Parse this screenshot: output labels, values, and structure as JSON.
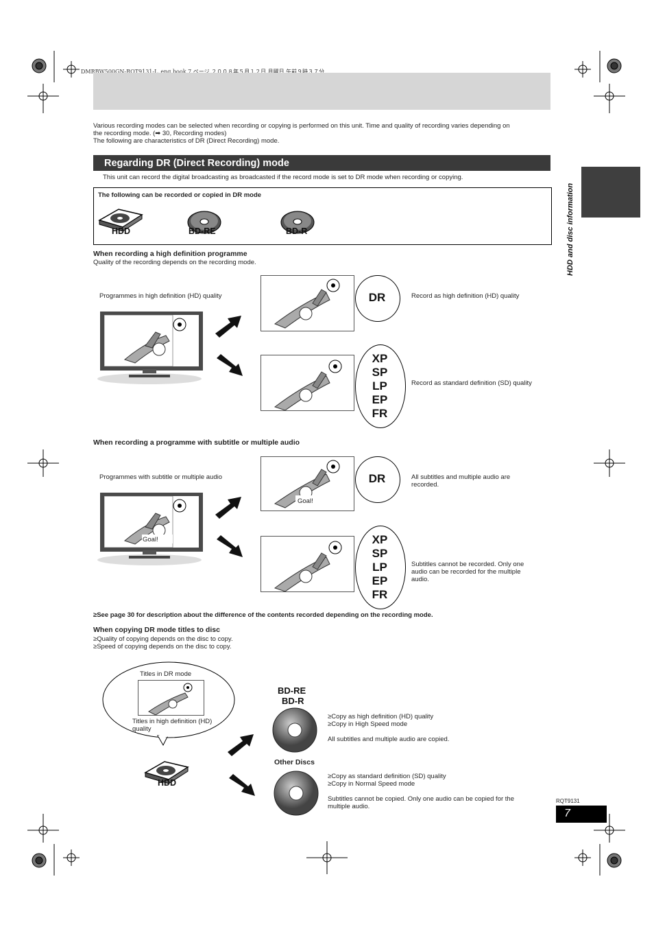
{
  "book_line": "DMRBW500GN-RQT9131-L_eng.book  7 ページ  ２００８年５月１２日  月曜日  午前９時３７分",
  "intro": {
    "line1": "Various recording modes can be selected when recording or copying is performed on this unit. Time and quality of recording varies depending on",
    "line2": "the recording mode. (➡ 30, Recording modes)",
    "line3": "The following are characteristics of DR (Direct Recording) mode."
  },
  "section_title": "Regarding DR (Direct Recording) mode",
  "section_desc": "This unit can record the digital broadcasting as broadcasted if the record mode is set to DR mode when recording or copying.",
  "dr_box": {
    "heading": "The following can be recorded or copied in DR mode",
    "media": [
      "HDD",
      "BD-RE",
      "BD-R"
    ]
  },
  "side_label": "HDD and disc information",
  "hd_section": {
    "heading": "When recording a high definition programme",
    "sub": "Quality of the recording depends on the recording mode.",
    "source_label": "Programmes in high definition (HD) quality",
    "dr_mode": "DR",
    "dr_result": "Record as high definition (HD) quality",
    "sd_modes": [
      "XP",
      "SP",
      "LP",
      "EP",
      "FR"
    ],
    "sd_result": "Record as standard definition (SD) quality"
  },
  "sub_section": {
    "heading": "When recording a programme with subtitle or multiple audio",
    "source_label": "Programmes with subtitle or multiple audio",
    "caption": "Goal!",
    "dr_mode": "DR",
    "dr_result_1": "All subtitles and multiple audio are",
    "dr_result_2": "recorded.",
    "sd_modes": [
      "XP",
      "SP",
      "LP",
      "EP",
      "FR"
    ],
    "sd_result_1": "Subtitles cannot be recorded. Only one",
    "sd_result_2": "audio can be recorded for the multiple",
    "sd_result_3": "audio."
  },
  "note": "≥See page 30 for description about the difference of the contents recorded depending on the recording mode.",
  "copy_section": {
    "heading": "When copying DR mode titles to disc",
    "bullet1": "≥Quality of copying depends on the disc to copy.",
    "bullet2": "≥Speed of copying depends on the disc to copy.",
    "bubble_top": "Titles in DR mode",
    "bubble_bottom_1": "Titles in high definition (HD)",
    "bubble_bottom_2": "quality",
    "hdd_label": "HDD",
    "bd_label_1": "BD-RE",
    "bd_label_2": "BD-R",
    "bd_item1": "≥Copy as high definition (HD) quality",
    "bd_item2": "≥Copy in High Speed mode",
    "bd_note": "All subtitles and multiple audio are copied.",
    "other_label": "Other Discs",
    "other_item1": "≥Copy as standard definition (SD) quality",
    "other_item2": "≥Copy in Normal Speed mode",
    "other_note_1": "Subtitles cannot be copied. Only one audio can be copied for the",
    "other_note_2": "multiple audio."
  },
  "doc_code": "RQT9131",
  "page_number": "7"
}
